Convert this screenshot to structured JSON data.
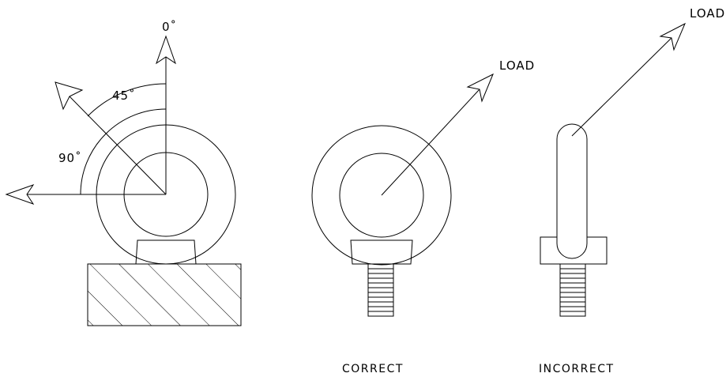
{
  "labels": {
    "angle_0": "0˚",
    "angle_45": "45˚",
    "angle_90": "90˚",
    "load_correct": "LOAD",
    "load_incorrect": "LOAD",
    "caption_correct": "CORRECT",
    "caption_incorrect": "INCORRECT"
  },
  "colors": {
    "line": "#000000",
    "background": "#ffffff"
  }
}
